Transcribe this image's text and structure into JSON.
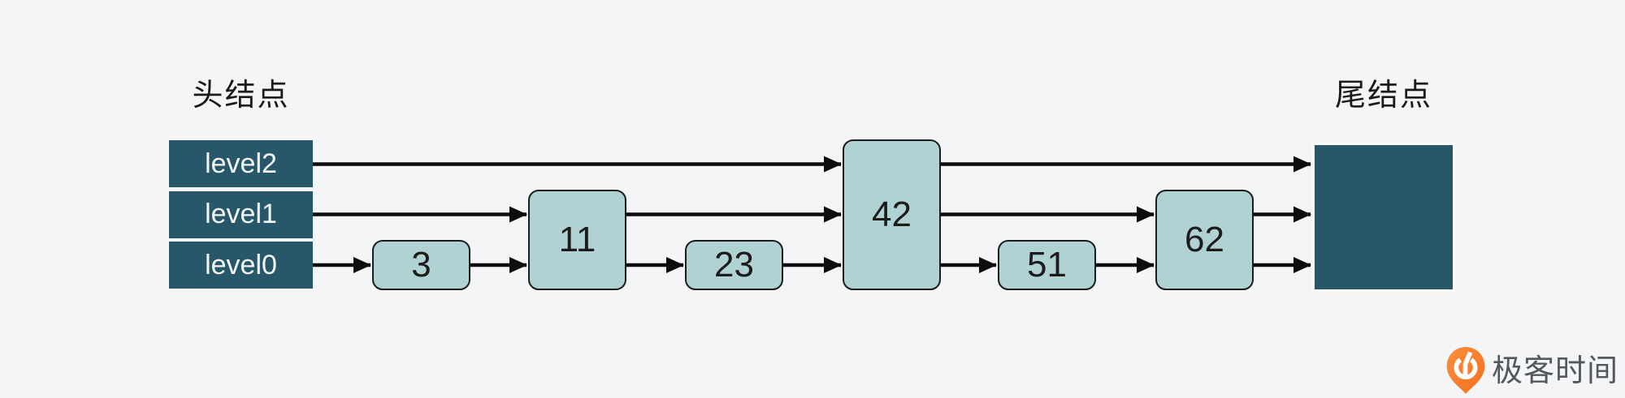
{
  "diagram": {
    "head_label": "头结点",
    "tail_label": "尾结点",
    "head_levels": [
      {
        "label": "level2"
      },
      {
        "label": "level1"
      },
      {
        "label": "level0"
      }
    ],
    "nodes": [
      {
        "value": "3",
        "levels": 1
      },
      {
        "value": "11",
        "levels": 2
      },
      {
        "value": "23",
        "levels": 1
      },
      {
        "value": "42",
        "levels": 3
      },
      {
        "value": "51",
        "levels": 1
      },
      {
        "value": "62",
        "levels": 2
      }
    ],
    "colors": {
      "background": "#f4f5f6",
      "head_tail_fill": "#29576a",
      "node_fill": "#b0d2d3",
      "node_border": "#1c1c1c",
      "arrow": "#0d0d0d",
      "label_text": "#1a1a1a",
      "level_text": "#f2f7f7"
    }
  },
  "brand": {
    "logo_text": "极客时间",
    "logo_orange": "#f3701f",
    "logo_orange_light": "#fb8f3d",
    "logo_text_color": "#54585c"
  }
}
